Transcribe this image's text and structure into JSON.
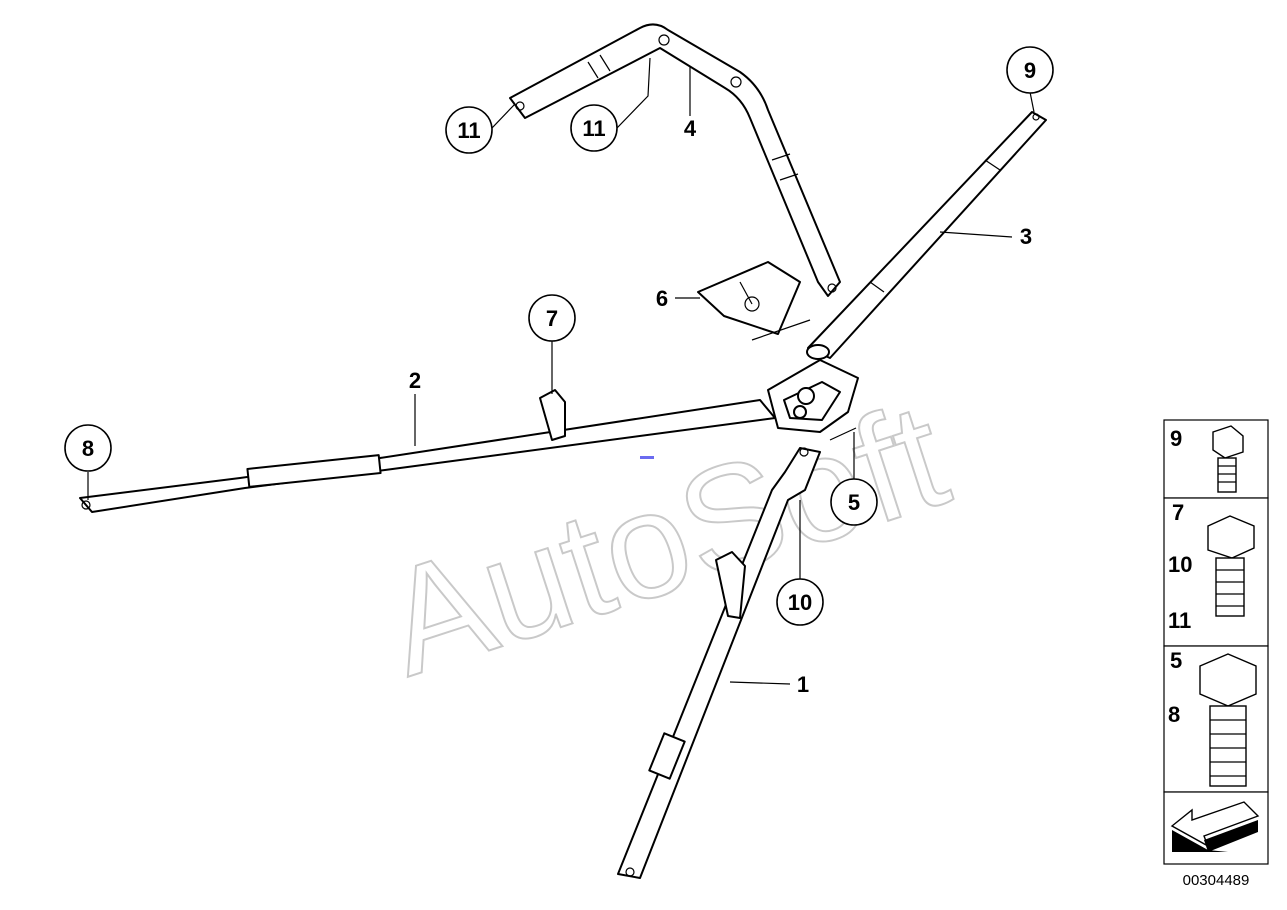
{
  "callouts": {
    "c9": "9",
    "c11a": "11",
    "c11b": "11",
    "c7": "7",
    "c8": "8",
    "c5": "5",
    "c10": "10"
  },
  "labels": {
    "l4": "4",
    "l3": "3",
    "l6": "6",
    "l2": "2",
    "l1": "1"
  },
  "watermark": "AutoSoft",
  "legend": {
    "panel1": [
      "9"
    ],
    "panel2": [
      "7",
      "10",
      "11"
    ],
    "panel3": [
      "5",
      "8"
    ]
  },
  "doc_number": "00304489",
  "icons": {
    "bolt-small": "hex-bolt-icon",
    "bolt-medium": "hex-bolt-icon",
    "bolt-large": "hex-bolt-icon",
    "arrow": "direction-arrow-icon"
  }
}
